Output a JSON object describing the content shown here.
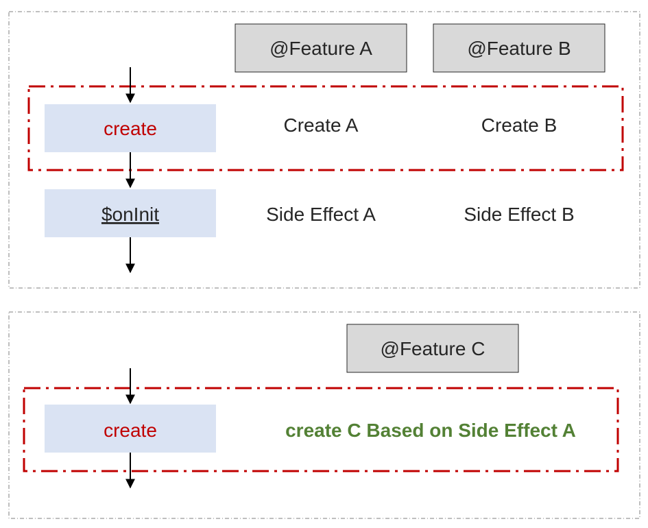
{
  "colors": {
    "feature_box_fill": "#d9d9d9",
    "step_box_fill": "#dae3f3",
    "highlight_red": "#c00000",
    "result_green": "#538135",
    "text_dark": "#262626",
    "arrow": "#000000",
    "panel_border": "#7f7f7f"
  },
  "panel_top": {
    "features": [
      "@Feature A",
      "@Feature B"
    ],
    "steps": [
      {
        "label": "create",
        "cells": [
          "Create A",
          "Create B"
        ]
      },
      {
        "label": "$onInit",
        "cells": [
          "Side Effect A",
          "Side Effect B"
        ]
      }
    ]
  },
  "panel_bottom": {
    "feature": "@Feature C",
    "step": {
      "label": "create",
      "result": "create C Based on Side Effect A"
    }
  }
}
